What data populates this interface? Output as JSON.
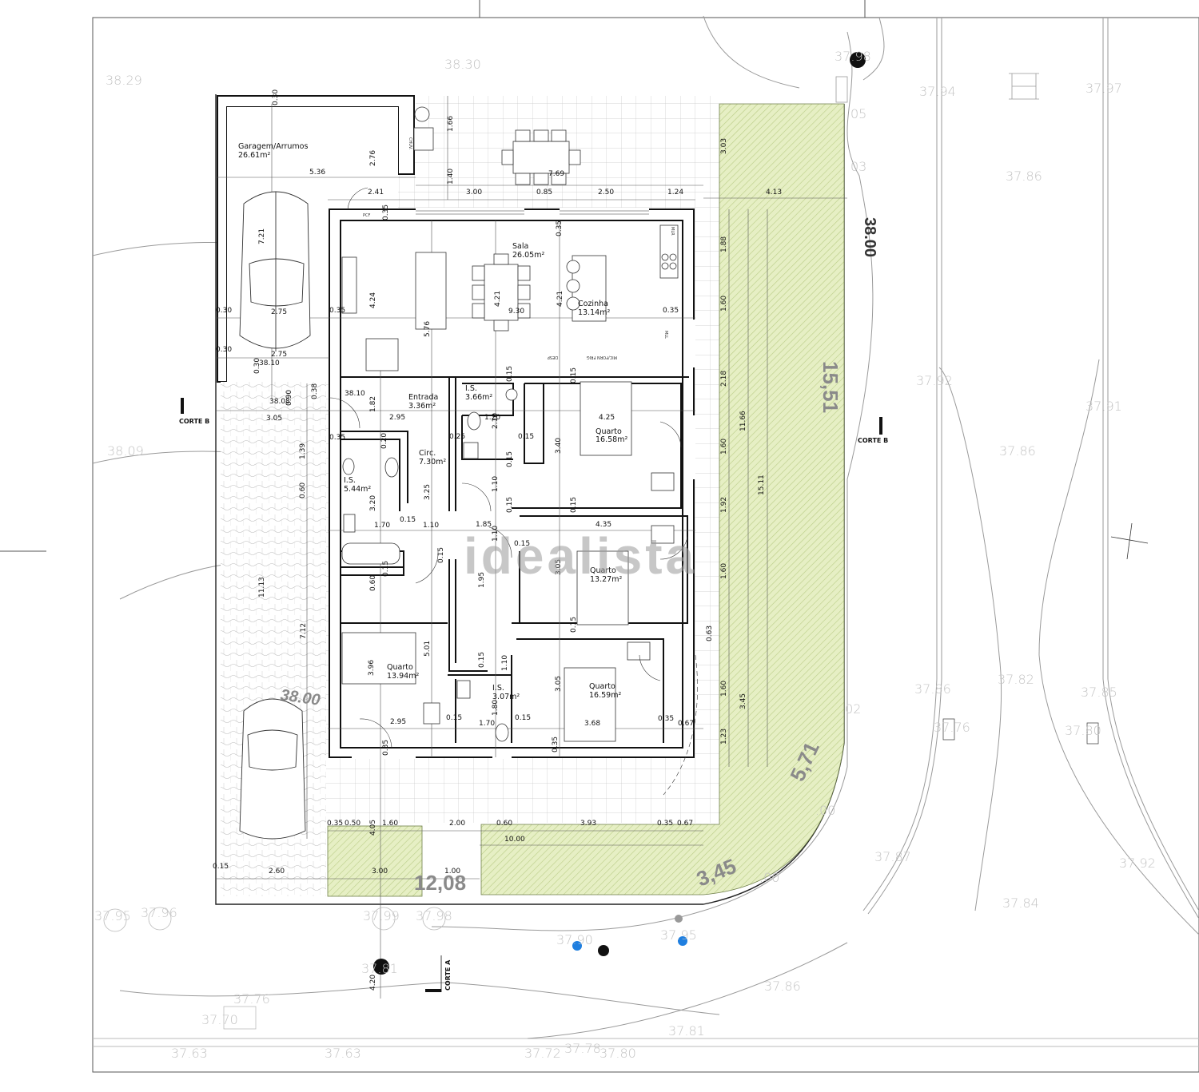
{
  "plan": {
    "watermark": "idealista",
    "rooms": [
      {
        "id": "garagem",
        "name": "Garagem/Arrumos",
        "area": "26.61m²"
      },
      {
        "id": "sala",
        "name": "Sala",
        "area": "26.05m²"
      },
      {
        "id": "cozinha",
        "name": "Cozinha",
        "area": "13.14m²"
      },
      {
        "id": "entrada",
        "name": "Entrada",
        "area": "3.36m²"
      },
      {
        "id": "is1",
        "name": "I.S.",
        "area": "3.66m²"
      },
      {
        "id": "quarto1",
        "name": "Quarto",
        "area": "16.58m²"
      },
      {
        "id": "circ",
        "name": "Circ.",
        "area": "7.30m²"
      },
      {
        "id": "is2",
        "name": "I.S.",
        "area": "5.44m²"
      },
      {
        "id": "quarto2",
        "name": "Quarto",
        "area": "13.27m²"
      },
      {
        "id": "quarto3",
        "name": "Quarto",
        "area": "13.94m²"
      },
      {
        "id": "is3",
        "name": "I.S.",
        "area": "3.07m²"
      },
      {
        "id": "quarto4",
        "name": "Quarto",
        "area": "16.59m²"
      }
    ],
    "labels": {
      "pcf": "PCF",
      "chuv": "CHUV.",
      "mlr": "MLR",
      "mll": "MLL",
      "desp": "DESP",
      "micfornfrig": "MIC/FORN FRIG",
      "corte_b": "CORTE B",
      "corte_a": "CORTE A"
    },
    "dimensions": {
      "garage_top_wall": "0.30",
      "garage_height": "2.76",
      "garage_width": "5.36",
      "door_241": "2.41",
      "terr_166": "1.66",
      "terr_140": "1.40",
      "terr_769": "7.69",
      "t_300": "3.00",
      "t_085": "0.85",
      "t_250": "2.50",
      "t_124": "1.24",
      "w035a": "0.35",
      "w035b": "0.35",
      "w035c": "0.35",
      "w035d": "0.35",
      "w035e": "0.35",
      "car_721": "7.21",
      "g030a": "0.30",
      "g275a": "2.75",
      "g030b": "0.30",
      "g275b": "2.75",
      "g030c": "0.30",
      "lvl_3810a": "38.10",
      "lvl_3810b": "38.10",
      "lvl_3808": "38.08",
      "s424": "4.24",
      "s576": "5.76",
      "s421a": "4.21",
      "s930": "9.30",
      "s421b": "4.21",
      "e182": "1.82",
      "e295": "2.95",
      "d090": "0.90",
      "d038": "0.38",
      "d305": "3.05",
      "d139": "1.39",
      "d060": "0.60",
      "is120": "1.20",
      "is210": "2.10",
      "is025": "0.25",
      "is015a": "0.15",
      "is015b": "0.15",
      "is015c": "0.15",
      "is015d": "0.15",
      "q425": "4.25",
      "q340": "3.40",
      "c020": "0.20",
      "c325": "3.25",
      "c110a": "1.10",
      "c110b": "1.10",
      "is320": "3.20",
      "is170a": "1.70",
      "c015e": "0.15",
      "c110c": "1.10",
      "c185": "1.85",
      "c110d": "1.10",
      "c015f": "0.15",
      "q435": "4.35",
      "q305a": "3.05",
      "c015g": "0.15",
      "c015h": "0.15",
      "c195": "1.95",
      "is060": "0.60",
      "c015i": "0.15",
      "q501": "5.01",
      "q396": "3.96",
      "q295": "2.95",
      "c015j": "0.15",
      "is170b": "1.70",
      "is180": "1.80",
      "c015k": "0.15",
      "c110e": "1.10",
      "q305b": "3.05",
      "q368": "3.68",
      "q035": "0.35",
      "q067": "0.67",
      "q063": "0.63",
      "drive_1113": "11.13",
      "drive_712": "7.12",
      "r303": "3.03",
      "r413": "4.13",
      "r188": "1.88",
      "r160a": "1.60",
      "r218": "2.18",
      "r1166": "11.66",
      "r160b": "1.60",
      "r1511": "15.11",
      "r192": "1.92",
      "r160c": "1.60",
      "r160d": "1.60",
      "r345": "3.45",
      "r123": "1.23",
      "b035": "0.35",
      "b050": "0.50",
      "b405": "4.05",
      "b160": "1.60",
      "b200": "2.00",
      "b060": "0.60",
      "b393": "3.93",
      "b035b": "0.35",
      "b067": "0.67",
      "b1000": "10.00",
      "b015": "0.15",
      "b260": "2.60",
      "b300": "3.00",
      "b100": "1.00",
      "s420": "4.20"
    },
    "lot_dims": {
      "d1551": "15,51",
      "d571": "5,71",
      "d345": "3,45",
      "d1208": "12,08",
      "d3800": "38.00",
      "d3800r": "38.00"
    },
    "topo_levels": {
      "t1": "38.29",
      "t2": "38.30",
      "t3": "37.98",
      "t4": "37.94",
      "t5": "37.97",
      "t6": "05",
      "t7": "03",
      "t8": "37.86",
      "t9": "38.09",
      "t10": "37.92",
      "t11": "37.91",
      "t12": "37.86",
      "t13": "37.86",
      "t14": "37.82",
      "t15": "37.85",
      "t16": "37.76",
      "t17": "37.80",
      "t18": ".02",
      "t19": ".00",
      "t20": ".00",
      "t21": "37.87",
      "t22": "37.92",
      "t23": "37.84",
      "t24": "37.95",
      "t25": "37.96",
      "t26": "37.99",
      "t27": "37.98",
      "t28": "37.90",
      "t29": "37.95",
      "t30": "37.81",
      "t31": "37.76",
      "t32": "37.70",
      "t33": "37.86",
      "t34": "37.81",
      "t35": "37.63",
      "t36": "37.63",
      "t37": "37.72",
      "t38": "37.78",
      "t39": "37.80"
    },
    "colors": {
      "garden": "#e6efc4",
      "hatch": "#b9cc86",
      "wall": "#111111",
      "topo": "#c4c4c4",
      "blue_point": "#1f7fe0"
    }
  }
}
